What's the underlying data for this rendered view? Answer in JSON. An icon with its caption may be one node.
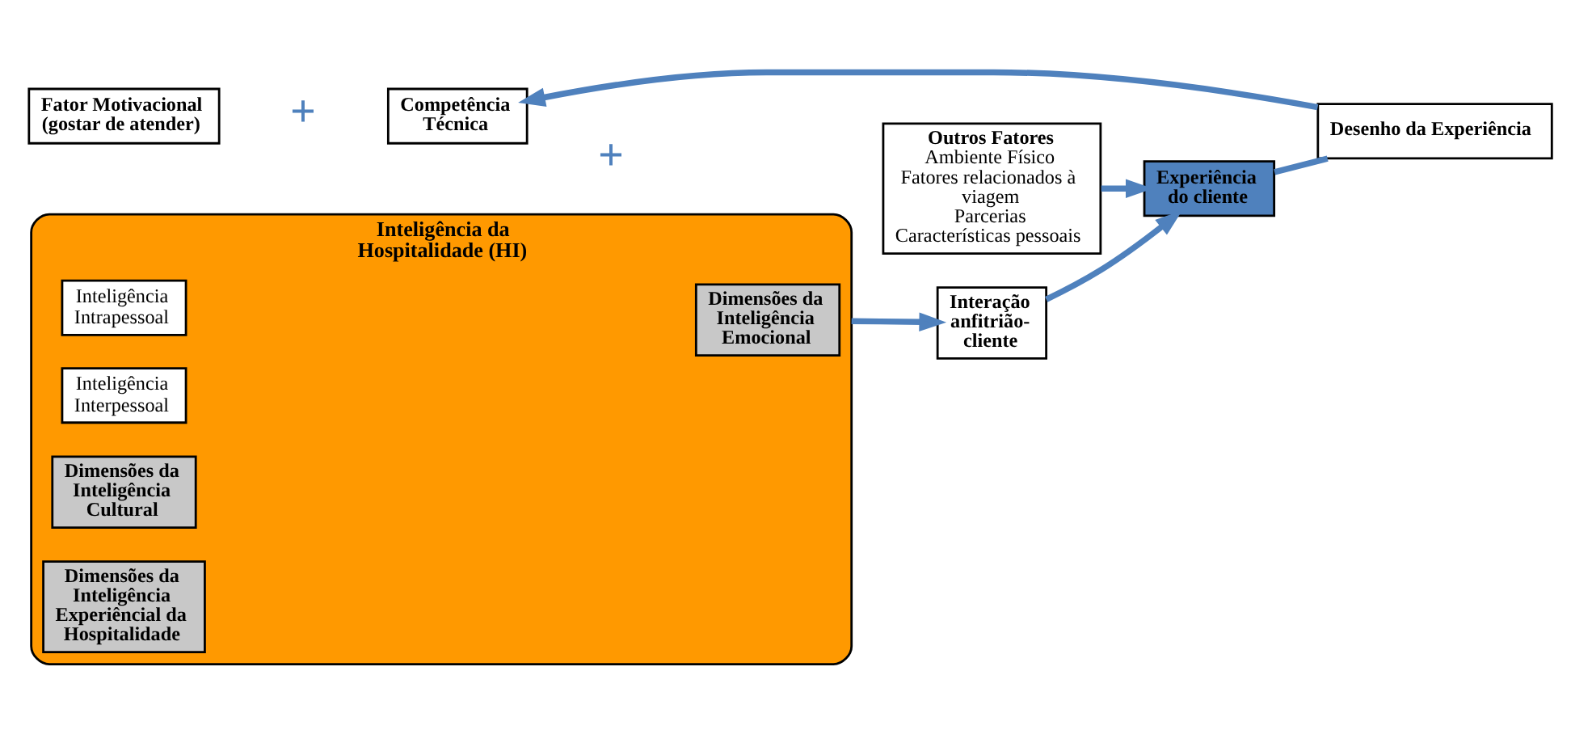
{
  "diagram": {
    "nodes": [
      {
        "text": [
          "Fator Motivacional (gostar de atender)"
        ]
      },
      {
        "text": [
          "Competência Técnica"
        ]
      },
      {
        "text": [
          "Inteligência da Hospitalidade (HI)"
        ]
      },
      {
        "text": [
          "Dimensões da Inteligência Emocional"
        ],
        "in": 2
      },
      {
        "text": [
          "Inteligência Intrapessoal"
        ],
        "in": 2
      },
      {
        "text": [
          "Inteligência Interpessoal"
        ],
        "in": 2
      },
      {
        "text": [
          "Dimensões da Inteligência Cultural"
        ],
        "in": 2
      },
      {
        "text": [
          "Dimensões da Inteligência Experiêncial da Hospitalidade"
        ],
        "in": 2
      },
      {
        "text": [
          "Outros Fatores",
          "Ambiente Físico",
          "Fatores relacionados à viagem",
          "Parcerias",
          "Características pessoais"
        ]
      },
      {
        "text": [
          "Interação anfitrião- cliente"
        ]
      },
      {
        "text": [
          "Experiência do cliente"
        ]
      },
      {
        "text": [
          "Desenho da Experiência"
        ]
      }
    ],
    "edges": [
      {
        "from": 2,
        "to": 9,
        "arrow": "to"
      },
      {
        "from": 9,
        "to": 10,
        "arrow": "to"
      },
      {
        "from": 8,
        "to": 10,
        "arrow": "to"
      },
      {
        "from": 10,
        "to": 11,
        "arrow": "none"
      },
      {
        "from": 11,
        "to": 1,
        "arrow": "to"
      }
    ],
    "labels": [
      "+",
      "+"
    ]
  }
}
